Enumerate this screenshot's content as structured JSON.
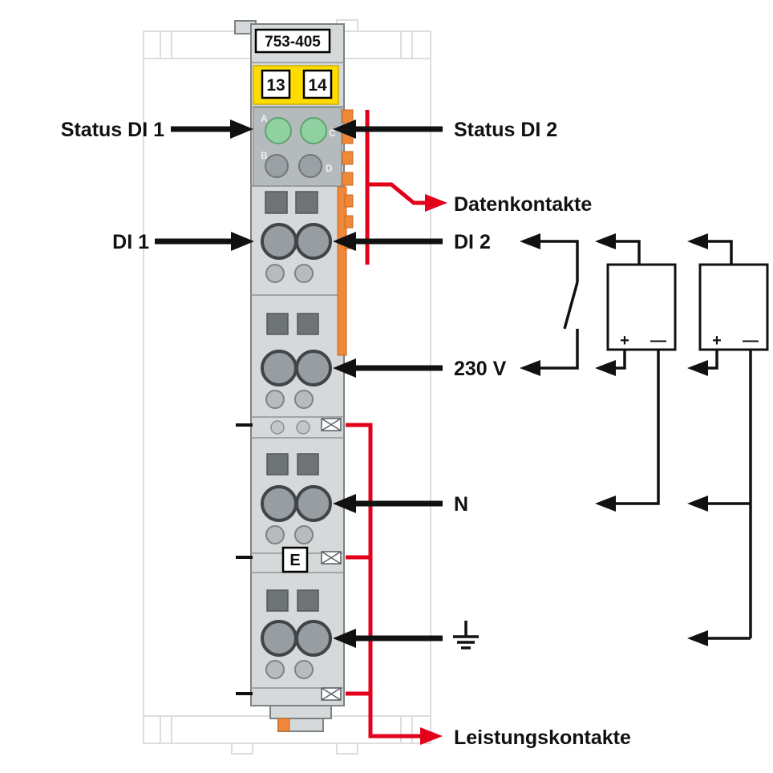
{
  "module": {
    "part_number": "753-405",
    "terminal_numbers": [
      "13",
      "14"
    ],
    "led_letters": [
      "A",
      "B",
      "C",
      "D"
    ],
    "marker_label": "E"
  },
  "labels": {
    "status_di1": "Status DI 1",
    "status_di2": "Status DI 2",
    "datenkontakte": "Datenkontakte",
    "di1": "DI 1",
    "di2": "DI 2",
    "voltage": "230 V",
    "neutral": "N",
    "leistungskontakte": "Leistungskontakte"
  },
  "sources": {
    "source1": {
      "plus": "+",
      "minus": "—"
    },
    "source2": {
      "plus": "+",
      "minus": "—"
    }
  },
  "colors": {
    "red": "#e2001a",
    "yellow": "#ffdc00",
    "orange": "#f0883a",
    "led-green": "#90d1a1",
    "module-gray": "#d6d9da",
    "led-panel-gray": "#b5babc"
  }
}
